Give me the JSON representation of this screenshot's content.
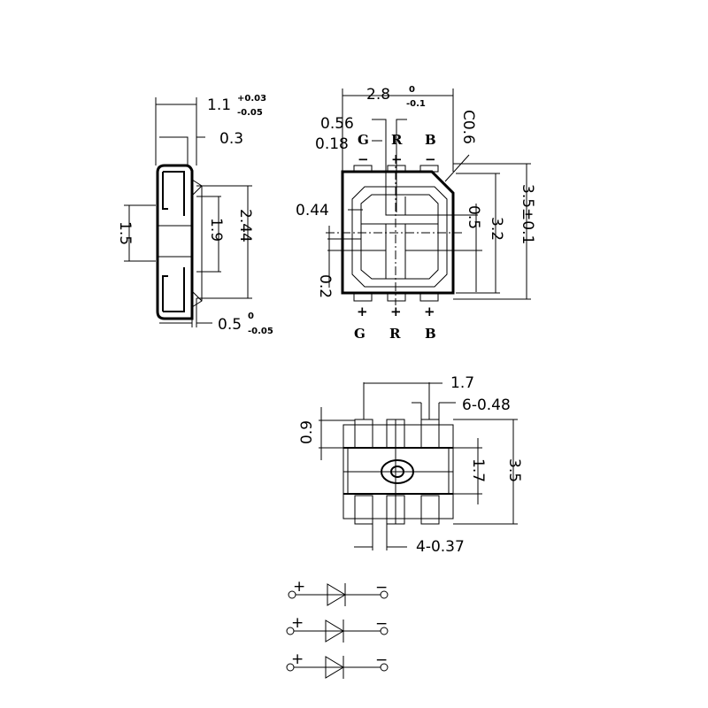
{
  "side_view": {
    "thickness": "1.1",
    "thickness_tol_upper": "+0.03",
    "thickness_tol_lower": "-0.05",
    "lens_offset": "0.3",
    "pad_height": "1.5",
    "inner_width": "1.9",
    "outer_width": "2.44",
    "pad_thickness": "0.5",
    "pad_tol_upper": "0",
    "pad_tol_lower": "-0.05"
  },
  "top_view": {
    "width": "2.8",
    "width_tol_upper": "0",
    "width_tol_lower": "-0.1",
    "pitch": "0.56",
    "gap": "0.18",
    "chamfer": "C0.6",
    "die_offset": "0.44",
    "die_height": "0.5",
    "body_height": "3.2",
    "total_height": "3.5±0.1",
    "edge": "0.2",
    "top_labels": [
      "G",
      "R",
      "B"
    ],
    "top_polarity": "−",
    "bottom_polarity": "+",
    "bottom_labels": [
      "G",
      "R",
      "B"
    ]
  },
  "bottom_view": {
    "pad_span": "1.7",
    "pad_width": "6-0.48",
    "pad_length": "0.9",
    "center_gap": "1.7",
    "height": "3.5",
    "slot_width": "4-0.37"
  },
  "schematic": {
    "plus": "+",
    "minus": "−",
    "diode_count": 3
  }
}
